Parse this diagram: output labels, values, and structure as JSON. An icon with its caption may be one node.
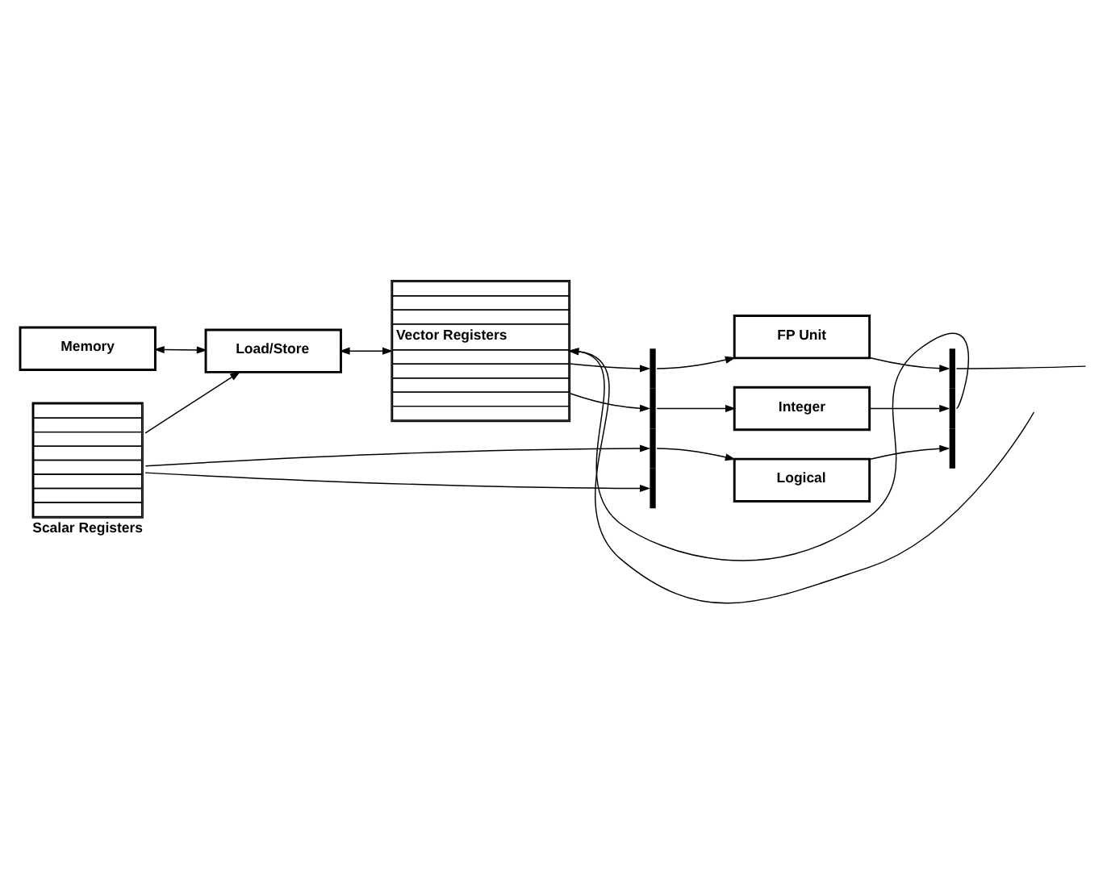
{
  "diagram": {
    "nodes": [
      {
        "text": [
          "Memory"
        ]
      },
      {
        "text": [
          "Load/Store"
        ]
      },
      {
        "text": [
          "Vector Registers"
        ]
      },
      {
        "text": [
          "Scalar Registers"
        ]
      },
      {
        "text": [],
        "shape": "bar"
      },
      {
        "text": [
          "FP Unit"
        ]
      },
      {
        "text": [
          "Integer"
        ]
      },
      {
        "text": [
          "Logical"
        ]
      },
      {
        "text": [],
        "shape": "bar"
      }
    ],
    "edges": [
      {
        "from": 0,
        "to": 1,
        "arrow": "both"
      },
      {
        "from": 1,
        "to": 2,
        "arrow": "both"
      },
      {
        "from": 2,
        "to": 4,
        "arrow": "to"
      },
      {
        "from": 2,
        "to": 4,
        "arrow": "to"
      },
      {
        "from": 3,
        "to": 1,
        "arrow": "to"
      },
      {
        "from": 3,
        "to": 4,
        "arrow": "to"
      },
      {
        "from": 3,
        "to": 4,
        "arrow": "to"
      },
      {
        "from": 4,
        "to": 5,
        "arrow": "to"
      },
      {
        "from": 4,
        "to": 6,
        "arrow": "to"
      },
      {
        "from": 4,
        "to": 7,
        "arrow": "to"
      },
      {
        "from": 5,
        "to": 8,
        "arrow": "to"
      },
      {
        "from": 6,
        "to": 8,
        "arrow": "to"
      },
      {
        "from": 7,
        "to": 8,
        "arrow": "to"
      },
      {
        "from": 8,
        "to": null,
        "arrow": "none"
      },
      {
        "from": 8,
        "to": 2,
        "arrow": "to"
      },
      {
        "from": null,
        "to": 2,
        "arrow": "to"
      }
    ]
  }
}
